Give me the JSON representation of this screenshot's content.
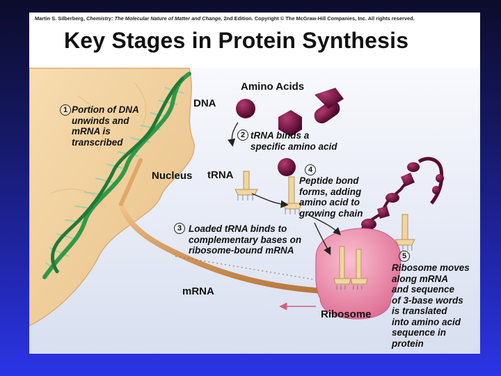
{
  "credit": {
    "author": "Martin S. Silberberg,",
    "book": "Chemistry: The Molecular Nature of Matter and Change,",
    "edition": "2nd Edition.",
    "copyright": "Copyright © The McGraw-Hill Companies, Inc. All rights reserved."
  },
  "title": "Key Stages in Protein Synthesis",
  "labels": {
    "dna": "DNA",
    "amino_acids": "Amino Acids",
    "nucleus": "Nucleus",
    "trna": "tRNA",
    "mrna": "mRNA",
    "ribosome": "Ribosome"
  },
  "steps": [
    {
      "number": "1",
      "text": "Portion of DNA\nunwinds and\nmRNA is\ntranscribed"
    },
    {
      "number": "2",
      "text": "tRNA binds a\nspecific amino acid"
    },
    {
      "number": "3",
      "text": "Loaded tRNA binds to\ncomplementary bases on\nribosome-bound mRNA"
    },
    {
      "number": "4",
      "text": "Peptide bond\nforms, adding\namino acid to\ngrowing chain"
    },
    {
      "number": "5",
      "text": "Ribosome moves\nalong mRNA\nand sequence\nof 3-base words\nis translated\ninto amino acid\nsequence in\nprotein"
    }
  ],
  "colors": {
    "background_top": "#0c0c2c",
    "background_bottom": "#2b35e6",
    "nucleus": "#f0cf9a",
    "cytoplasm": "#e6eaf6",
    "dna_helix": "#2f9a48",
    "mrna_strand": "#d49650",
    "amino_acid": "#6b0f3e",
    "trna": "#f0d6a0",
    "ribosome": "#e8789c",
    "arrow": "#222222",
    "ribosome_arrow": "#d0607a"
  }
}
